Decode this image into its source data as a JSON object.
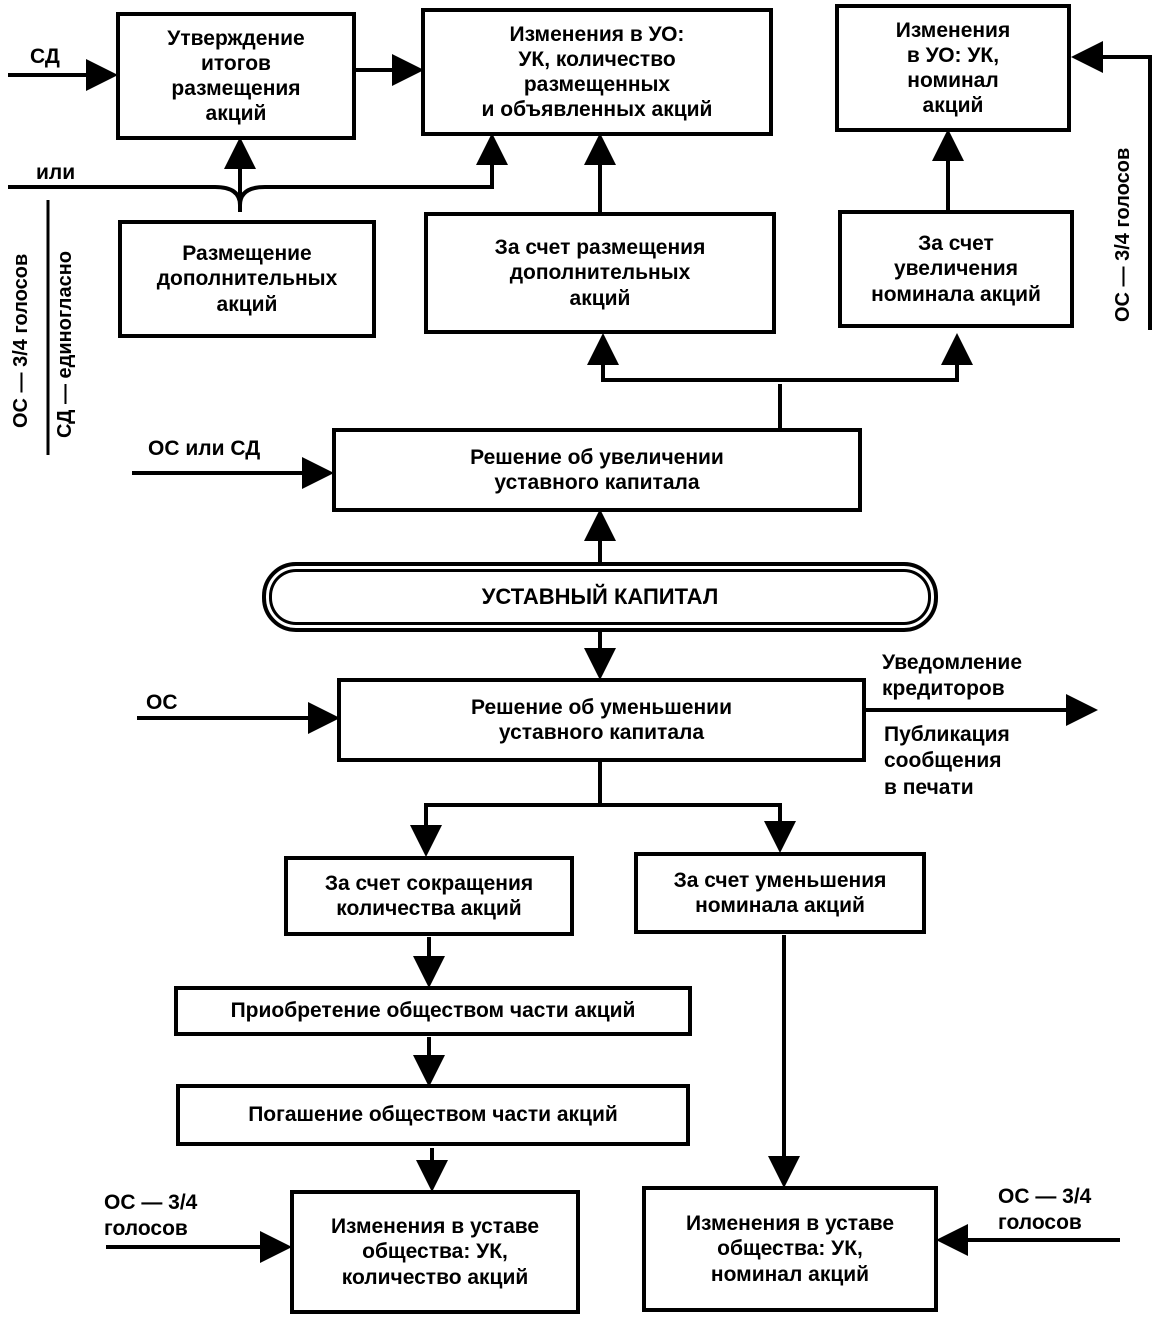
{
  "boxes": {
    "approve_results": "Утверждение\nитогов\nразмещения\nакций",
    "changes_uo_count": "Изменения в УО:\nУК, количество\nразмещенных\nи объявленных акций",
    "changes_uo_nominal": "Изменения\nв УО: УК,\nноминал\nакций",
    "placement_additional": "Размещение\nдополнительных\nакций",
    "via_additional_shares": "За счет размещения\nдополнительных\nакций",
    "via_nominal_increase": "За счет\nувеличения\nноминала акций",
    "decision_increase": "Решение об увеличении\nуставного капитала",
    "charter_capital": "УСТАВНЫЙ КАПИТАЛ",
    "decision_decrease": "Решение об уменьшении\nуставного капитала",
    "via_share_reduction": "За счет сокращения\nколичества акций",
    "via_nominal_decrease": "За счет уменьшения\nноминала акций",
    "acquisition": "Приобретение обществом части акций",
    "redemption": "Погашение обществом части акций",
    "charter_changes_count": "Изменения в уставе\nобщества: УК,\nколичество акций",
    "charter_changes_nominal": "Изменения в уставе\nобщества: УК,\nноминал акций"
  },
  "labels": {
    "sd": "СД",
    "ili": "или",
    "os_or_sd": "ОС или СД",
    "os": "ОС",
    "notification": "Уведомление\nкредиторов",
    "publication": "Публикация\nсообщения\nв печати",
    "os_34_left": "ОС — 3/4\nголосов",
    "os_34_right": "ОС — 3/4\nголосов",
    "vert_os_34_left": "ОС — 3/4 голосов",
    "vert_sd_unanimous": "СД — единогласно",
    "vert_os_34_right": "ОС — 3/4 голосов"
  }
}
